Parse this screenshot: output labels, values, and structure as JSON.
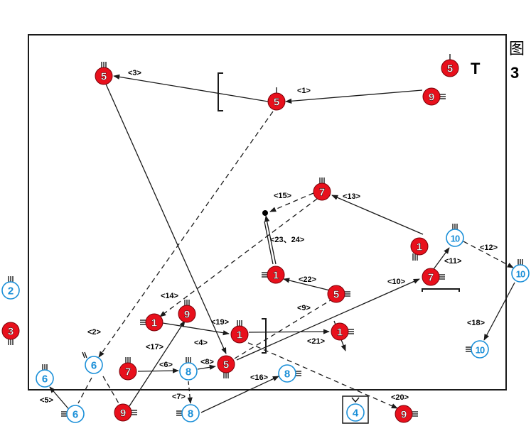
{
  "figure": {
    "title": "图",
    "number": "3",
    "start_mark": "T"
  },
  "colors": {
    "red_fill": "#e8101c",
    "red_text": "#ffffff",
    "blue_fill": "#ffffff",
    "blue_stroke": "#1a8fd8",
    "blue_text": "#1a8fd8",
    "line": "#1a1a1a"
  },
  "players": [
    {
      "id": "r5_topright",
      "team": "red",
      "label": "5"
    },
    {
      "id": "r9_topright",
      "team": "red",
      "label": "9"
    },
    {
      "id": "r5_topcenter",
      "team": "red",
      "label": "5"
    },
    {
      "id": "r5_topleft",
      "team": "red",
      "label": "5"
    },
    {
      "id": "r7_mid",
      "team": "red",
      "label": "7"
    },
    {
      "id": "r1_mid",
      "team": "red",
      "label": "1"
    },
    {
      "id": "r5_mid",
      "team": "red",
      "label": "5"
    },
    {
      "id": "r1_right",
      "team": "red",
      "label": "1"
    },
    {
      "id": "b10_top",
      "team": "blue",
      "label": "10"
    },
    {
      "id": "r7_right",
      "team": "red",
      "label": "7"
    },
    {
      "id": "b10_edge",
      "team": "blue",
      "label": "10"
    },
    {
      "id": "b10_low",
      "team": "blue",
      "label": "10"
    },
    {
      "id": "r1_center",
      "team": "red",
      "label": "1"
    },
    {
      "id": "r1_centerright",
      "team": "red",
      "label": "1"
    },
    {
      "id": "r1_left",
      "team": "red",
      "label": "1"
    },
    {
      "id": "r9_left",
      "team": "red",
      "label": "9"
    },
    {
      "id": "r7_bottomleft",
      "team": "red",
      "label": "7"
    },
    {
      "id": "b8_bottom",
      "team": "blue",
      "label": "8"
    },
    {
      "id": "r5_bottom",
      "team": "red",
      "label": "5"
    },
    {
      "id": "b8_right",
      "team": "blue",
      "label": "8"
    },
    {
      "id": "b6_left",
      "team": "blue",
      "label": "6"
    },
    {
      "id": "b6_corner",
      "team": "blue",
      "label": "6"
    },
    {
      "id": "b6_bottom",
      "team": "blue",
      "label": "6"
    },
    {
      "id": "r9_bottom",
      "team": "red",
      "label": "9"
    },
    {
      "id": "b8_below",
      "team": "blue",
      "label": "8"
    },
    {
      "id": "b4_box",
      "team": "blue",
      "label": "4"
    },
    {
      "id": "r9_bottomright",
      "team": "red",
      "label": "9"
    },
    {
      "id": "b2_outside",
      "team": "blue",
      "label": "2"
    },
    {
      "id": "r3_outside",
      "team": "red",
      "label": "3"
    }
  ],
  "labels": [
    "<1>",
    "<2>",
    "<3>",
    "<4>",
    "<5>",
    "<6>",
    "<7>",
    "<8>",
    "<9>",
    "<10>",
    "<11>",
    "<12>",
    "<13>",
    "<14>",
    "<15>",
    "<16>",
    "<17>",
    "<18>",
    "<19>",
    "<20>",
    "<21>",
    "<22>",
    "<23、24>"
  ]
}
